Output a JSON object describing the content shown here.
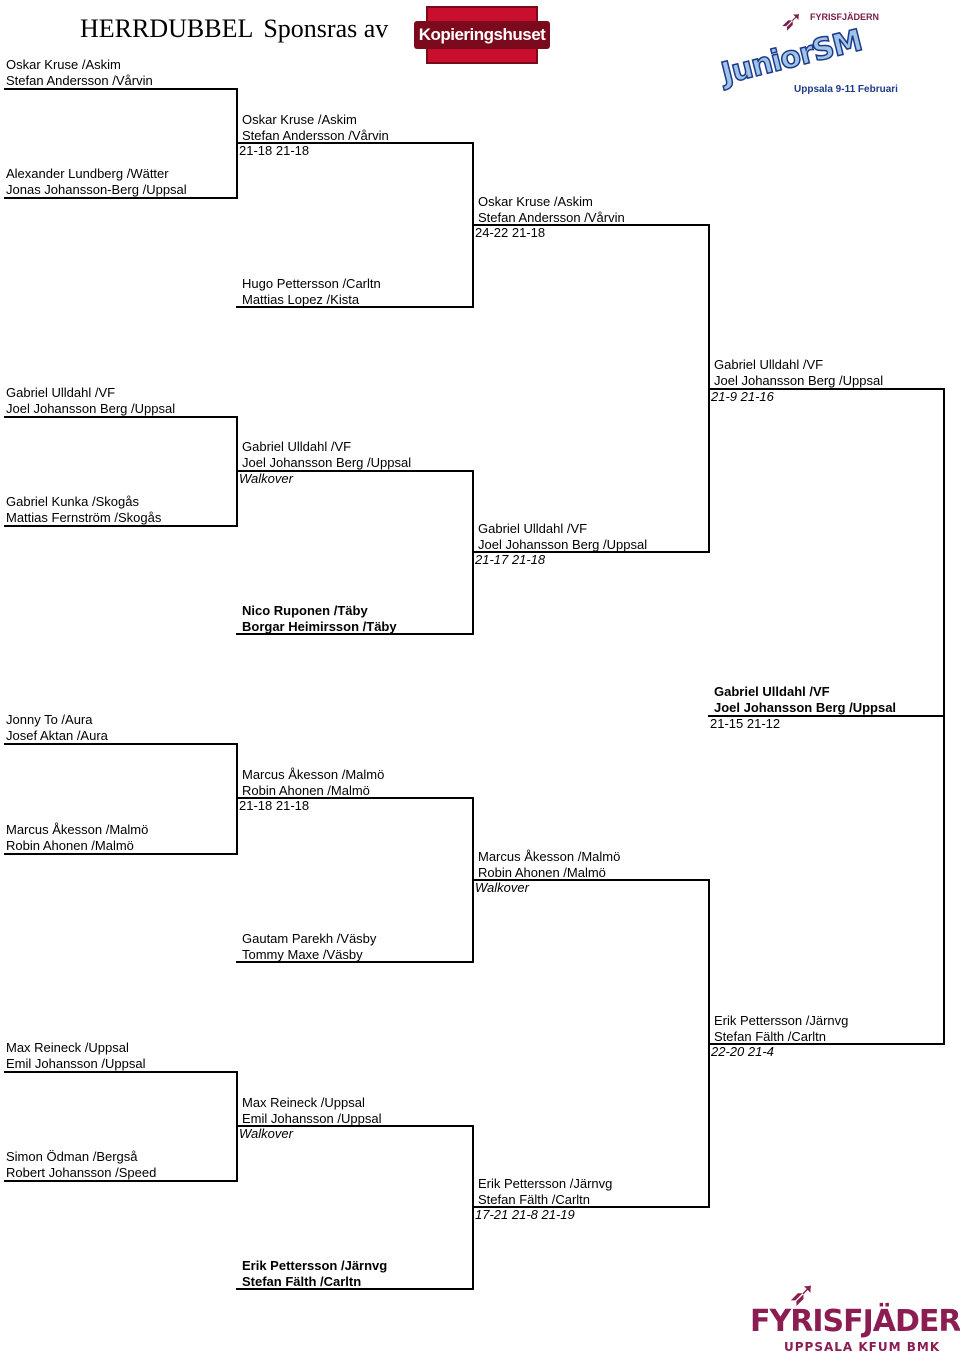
{
  "header": {
    "title_main": "HERRDUBBEL",
    "title_sponsor": "Sponsras av"
  },
  "logos": {
    "sponsor": "Kopieringshuset",
    "event_top": "FYRISFJÄDERN",
    "event_word": "JuniorSM",
    "event_date": "Uppsala 9-11 Februari",
    "club_name": "FYRISFJÄDERN",
    "club_sub": "UPPSALA KFUM BMK"
  },
  "round1": [
    {
      "p1": "Oskar Kruse /Askim",
      "p2": "Stefan Andersson /Vårvin"
    },
    {
      "p1": "Alexander Lundberg /Wätter",
      "p2": "Jonas Johansson-Berg /Uppsal"
    },
    {
      "p1": "Gabriel Ulldahl /VF",
      "p2": "Joel Johansson Berg /Uppsal"
    },
    {
      "p1": "Gabriel Kunka /Skogås",
      "p2": "Mattias Fernström /Skogås"
    },
    {
      "p1": "Jonny To /Aura",
      "p2": "Josef Aktan /Aura"
    },
    {
      "p1": "Marcus Åkesson /Malmö",
      "p2": "Robin Ahonen /Malmö"
    },
    {
      "p1": "Max Reineck /Uppsal",
      "p2": "Emil Johansson /Uppsal"
    },
    {
      "p1": "Simon Ödman /Bergså",
      "p2": "Robert Johansson /Speed"
    }
  ],
  "round2": [
    {
      "p1": "Oskar Kruse /Askim",
      "p2": "Stefan Andersson /Vårvin",
      "score": "21-18 21-18"
    },
    {
      "p1": "Hugo Pettersson /Carltn",
      "p2": "Mattias Lopez /Kista",
      "score": ""
    },
    {
      "p1": "Gabriel Ulldahl /VF",
      "p2": "Joel Johansson Berg /Uppsal",
      "score": "Walkover"
    },
    {
      "p1": "Nico Ruponen /Täby",
      "p2": "Borgar Heimirsson /Täby",
      "score": ""
    },
    {
      "p1": "Marcus Åkesson /Malmö",
      "p2": "Robin Ahonen /Malmö",
      "score": "21-18 21-18"
    },
    {
      "p1": "Gautam Parekh /Väsby",
      "p2": "Tommy Maxe /Väsby",
      "score": ""
    },
    {
      "p1": "Max Reineck /Uppsal",
      "p2": "Emil Johansson /Uppsal",
      "score": "Walkover"
    },
    {
      "p1": "Erik Pettersson /Järnvg",
      "p2": "Stefan Fälth /Carltn",
      "score": ""
    }
  ],
  "round3": [
    {
      "p1": "Oskar Kruse /Askim",
      "p2": "Stefan Andersson /Vårvin",
      "score": "24-22 21-18"
    },
    {
      "p1": "Gabriel Ulldahl /VF",
      "p2": "Joel Johansson Berg /Uppsal",
      "score": "21-17 21-18"
    },
    {
      "p1": "Marcus Åkesson /Malmö",
      "p2": "Robin Ahonen /Malmö",
      "score": "Walkover"
    },
    {
      "p1": "Erik Pettersson /Järnvg",
      "p2": "Stefan Fälth /Carltn",
      "score": "17-21 21-8 21-19"
    }
  ],
  "round4": [
    {
      "p1": "Gabriel Ulldahl /VF",
      "p2": "Joel Johansson Berg /Uppsal",
      "score": "21-9 21-16"
    },
    {
      "p1": "Erik Pettersson /Järnvg",
      "p2": "Stefan Fälth /Carltn",
      "score": "22-20 21-4"
    }
  ],
  "final": {
    "p1": "Gabriel Ulldahl /VF",
    "p2": "Joel Johansson Berg /Uppsal",
    "score": "21-15 21-12"
  }
}
